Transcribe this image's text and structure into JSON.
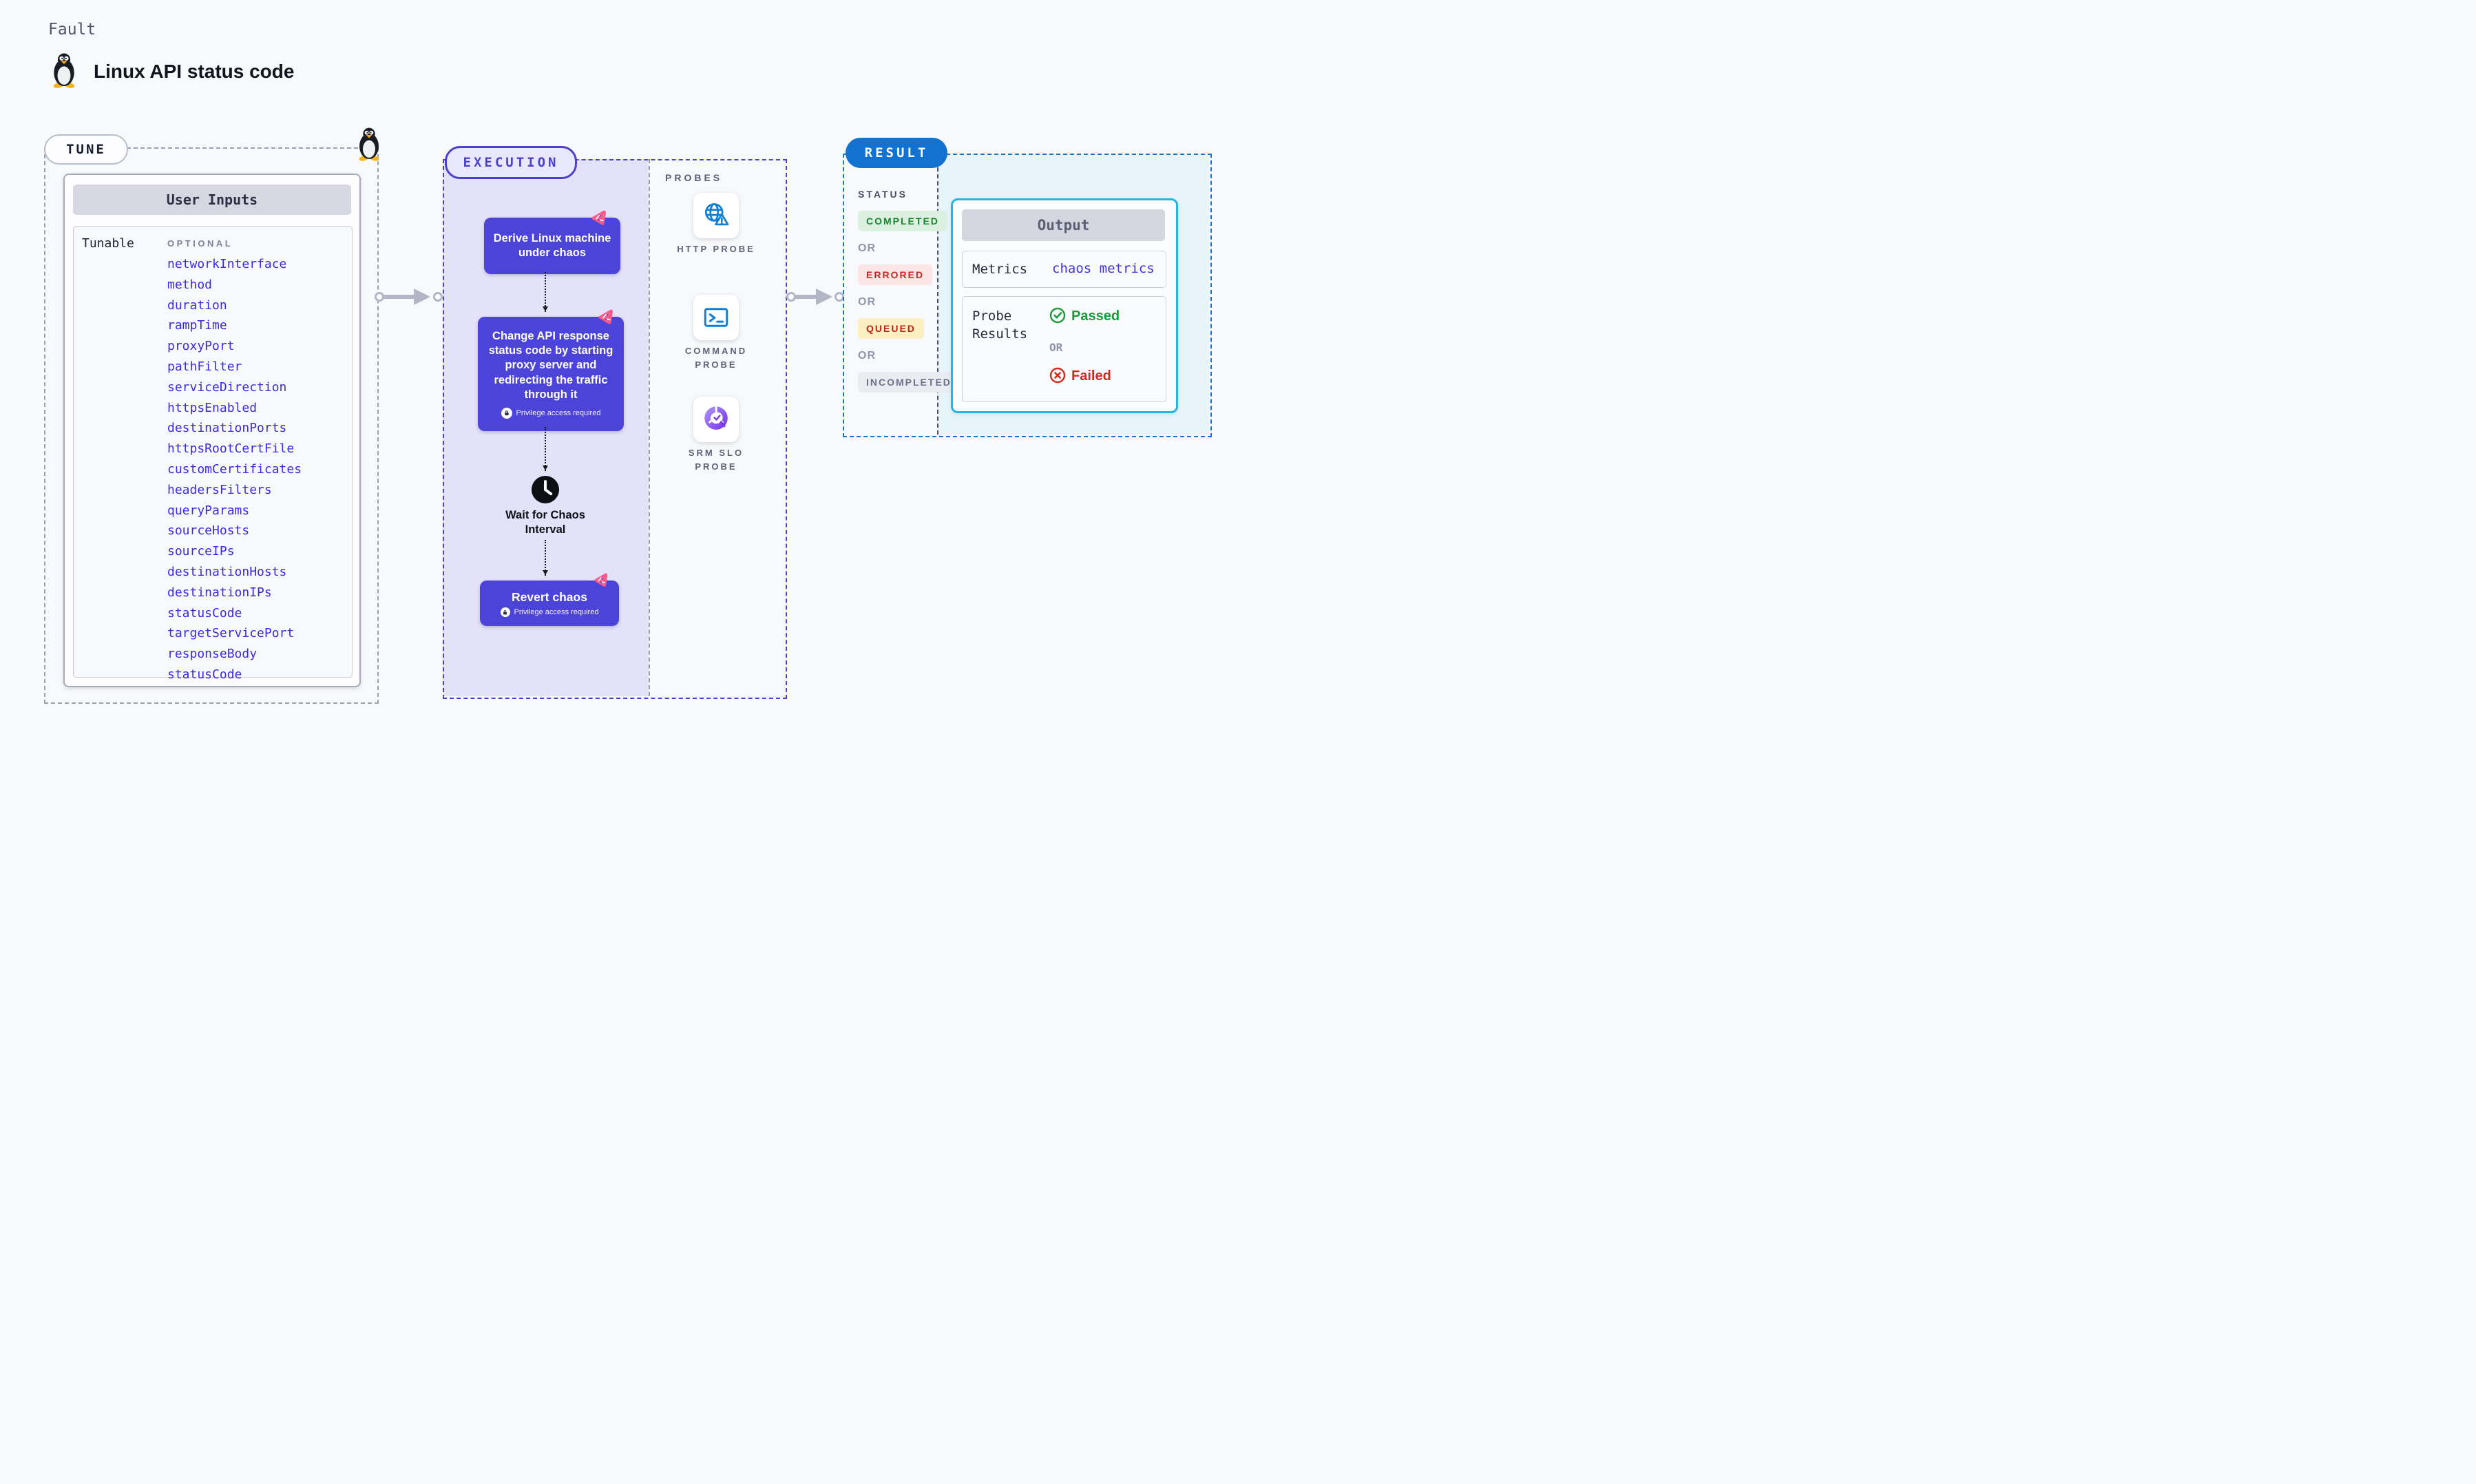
{
  "colors": {
    "accent_indigo": "#4c43d8",
    "accent_blue": "#1173cf",
    "accent_cyan": "#29b2e2",
    "probe_icon_blue": "#0f7fd8",
    "slo_icon_purple": "#8b5cf6",
    "chaos_badge_pink": "#fa5a8c",
    "completed_fg": "#17862e",
    "completed_bg": "#dcf0df",
    "errored_fg": "#c5261f",
    "errored_bg": "#fbe5e5",
    "queued_fg": "#c02018",
    "queued_bg": "#fcefc2",
    "incompleted_fg": "#6a7186",
    "incompleted_bg": "#ebecf2",
    "passed_green": "#1a9a38",
    "failed_red": "#d3281f"
  },
  "header": {
    "kicker": "Fault",
    "title": "Linux API status code",
    "icon": "tux-penguin-icon"
  },
  "tune": {
    "pill": "TUNE",
    "card_title": "User Inputs",
    "left_column": "Tunable",
    "right_column": "OPTIONAL",
    "params": [
      "networkInterface",
      "method",
      "duration",
      "rampTime",
      "proxyPort",
      "pathFilter",
      "serviceDirection",
      "httpsEnabled",
      "destinationPorts",
      "httpsRootCertFile",
      "customCertificates",
      "headersFilters",
      "queryParams",
      "sourceHosts",
      "sourceIPs",
      "destinationHosts",
      "destinationIPs",
      "statusCode",
      "targetServicePort",
      "responseBody",
      "statusCode"
    ]
  },
  "execution": {
    "pill": "EXECUTION",
    "steps": {
      "derive": "Derive Linux machine under chaos",
      "inject": "Change API response status code by starting proxy server and redirecting the traffic through it",
      "wait": "Wait for Chaos Interval",
      "revert": "Revert chaos"
    },
    "privilege_note": "Privilege access required"
  },
  "probes": {
    "heading": "PROBES",
    "items": [
      {
        "label": "HTTP PROBE",
        "icon": "globe-alert-icon"
      },
      {
        "label": "COMMAND PROBE",
        "icon": "terminal-icon"
      },
      {
        "label": "SRM SLO PROBE",
        "icon": "slo-donut-icon"
      }
    ]
  },
  "result": {
    "pill": "RESULT",
    "status_heading": "STATUS",
    "or": "OR",
    "statuses": [
      "COMPLETED",
      "ERRORED",
      "QUEUED",
      "INCOMPLETED"
    ],
    "output": {
      "title": "Output",
      "metrics_label": "Metrics",
      "metrics_value": "chaos metrics",
      "probe_label": "Probe Results",
      "passed": "Passed",
      "or": "OR",
      "failed": "Failed"
    }
  }
}
